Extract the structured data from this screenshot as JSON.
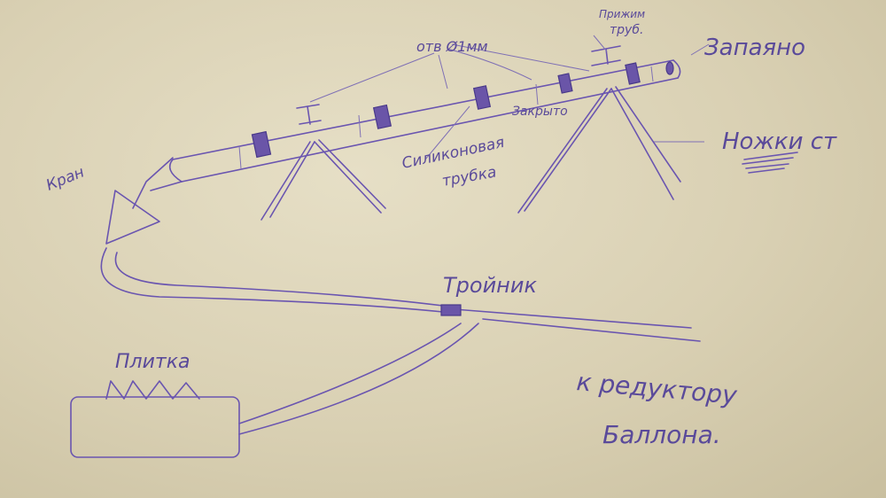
{
  "labels": {
    "holes": "отв Ø1мм",
    "clamp": "Прижим",
    "clamp2": "труб.",
    "sealed": "Запаяно",
    "closed": "Закрыто",
    "silicone": "Силиконовая",
    "silicone2": "трубка",
    "legs": "Ножки ст",
    "valve": "Кран",
    "tee": "Тройник",
    "stove": "Плитка",
    "reducer": "к редуктору",
    "reducer2": "Баллона."
  },
  "colors": {
    "ink": "#6a55b0",
    "paper": "#dcd3b6"
  }
}
